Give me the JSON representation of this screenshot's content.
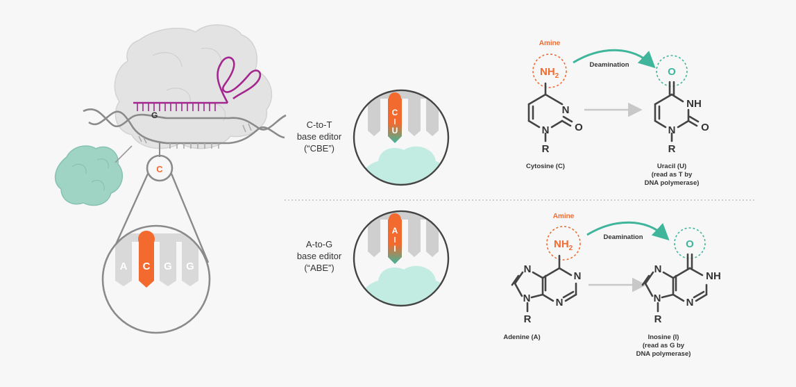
{
  "overview": {
    "guide_base": "G",
    "target_base": "C",
    "zoom_bases": [
      "A",
      "C",
      "G",
      "G"
    ]
  },
  "cbe": {
    "label_lines": [
      "C-to-T",
      "base editor",
      "(“CBE”)"
    ],
    "inset_top_base": "C",
    "inset_bottom_base": "U"
  },
  "abe": {
    "label_lines": [
      "A-to-G",
      "base editor",
      "(“ABE”)"
    ],
    "inset_top_base": "A",
    "inset_bottom_base": "I"
  },
  "cytosine_reaction": {
    "amine_label": "Amine",
    "amine_group": "NH",
    "amine_subscript": "2",
    "arrow_label": "Deamination",
    "product_group": "O",
    "substrate_atoms": {
      "n_ring": "N",
      "n_r": "N",
      "o": "O",
      "r": "R"
    },
    "product_atoms": {
      "nh": "NH",
      "n_r": "N",
      "o": "O",
      "r": "R"
    },
    "substrate_name": "Cytosine (C)",
    "product_name_lines": [
      "Uracil (U)",
      "(read as T by",
      "DNA polymerase)"
    ]
  },
  "adenine_reaction": {
    "amine_label": "Amine",
    "amine_group": "NH",
    "amine_subscript": "2",
    "arrow_label": "Deamination",
    "product_group": "O",
    "substrate_atoms": {
      "n7": "N",
      "n1": "N",
      "n3": "N",
      "n9": "N",
      "r": "R"
    },
    "product_atoms": {
      "n7": "N",
      "nh": "NH",
      "n3": "N",
      "n9": "N",
      "r": "R"
    },
    "substrate_name": "Adenine (A)",
    "product_name_lines": [
      "Inosine (I)",
      "(read as G by",
      "DNA polymerase)"
    ]
  },
  "colors": {
    "orange": "#f26a2e",
    "teal": "#3fb59b",
    "magenta": "#a3268f",
    "teal_protein": "#9fd3c4",
    "gray_protein": "#e3e3e3"
  }
}
